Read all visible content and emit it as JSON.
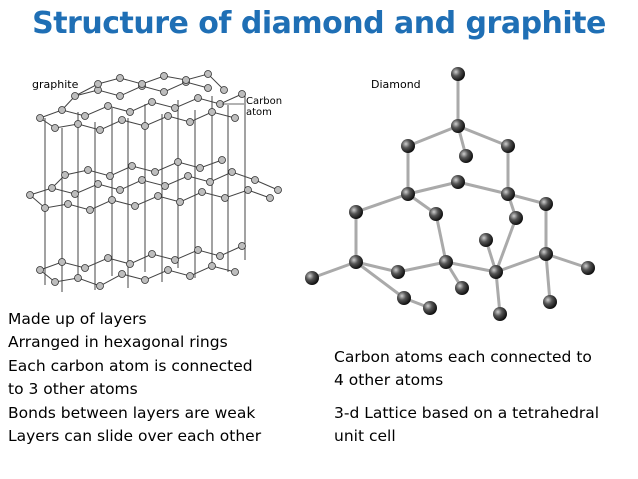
{
  "title": "Structure of diamond and graphite",
  "graphite": {
    "label": "graphite",
    "atom_label_line1": "Carbon",
    "atom_label_line2": "atom",
    "facts": [
      "Made up of layers",
      "Arranged in hexagonal rings",
      "Each carbon atom is connected",
      "to 3 other atoms",
      "Bonds between layers are weak",
      "Layers can slide over each other"
    ]
  },
  "diamond": {
    "label": "Diamond",
    "facts": [
      "Carbon atoms each connected to",
      "4 other atoms"
    ],
    "facts2": [
      "3-d Lattice based on a tetrahedral",
      "unit cell"
    ]
  }
}
